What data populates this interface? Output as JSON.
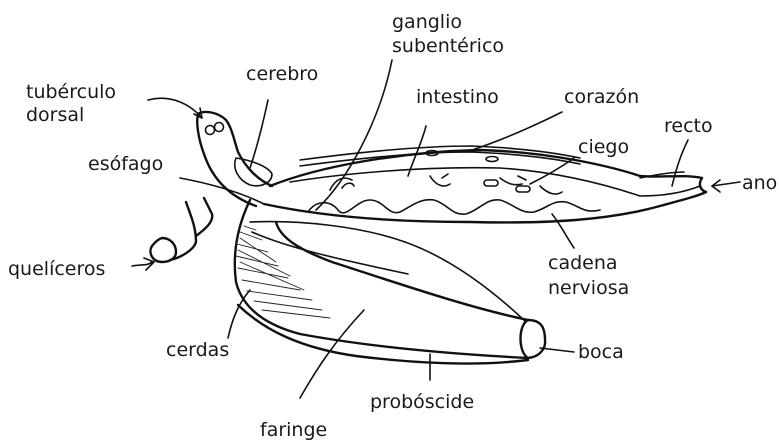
{
  "labels": {
    "ganglio_line1": "ganglio",
    "ganglio_line2": "subentérico",
    "cerebro": "cerebro",
    "tuberculo_line1": "tubérculo",
    "tuberculo_line2": "dorsal",
    "intestino": "intestino",
    "corazon": "corazón",
    "ciego": "ciego",
    "recto": "recto",
    "ano": "ano",
    "esofago": "esófago",
    "queliceros": "quelíceros",
    "cadena_line1": "cadena",
    "cadena_line2": "nerviosa",
    "cerdas": "cerdas",
    "boca": "boca",
    "proboscide": "probóscide",
    "faringe": "faringe"
  }
}
